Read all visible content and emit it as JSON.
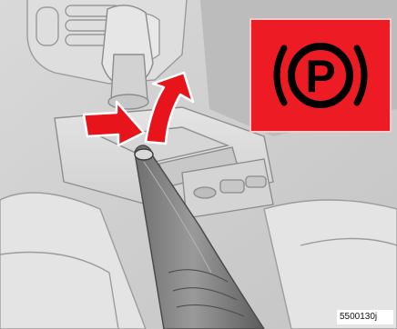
{
  "figure": {
    "indicator": {
      "symbol": "P",
      "symbol_name": "parking-brake-warning-icon",
      "background_color": "#ed1c24",
      "symbol_color": "#000000"
    },
    "arrows": {
      "color": "#e8141c",
      "names": [
        "push-button-arrow",
        "lift-lever-arrow"
      ]
    },
    "reference_code": "5500130j"
  }
}
